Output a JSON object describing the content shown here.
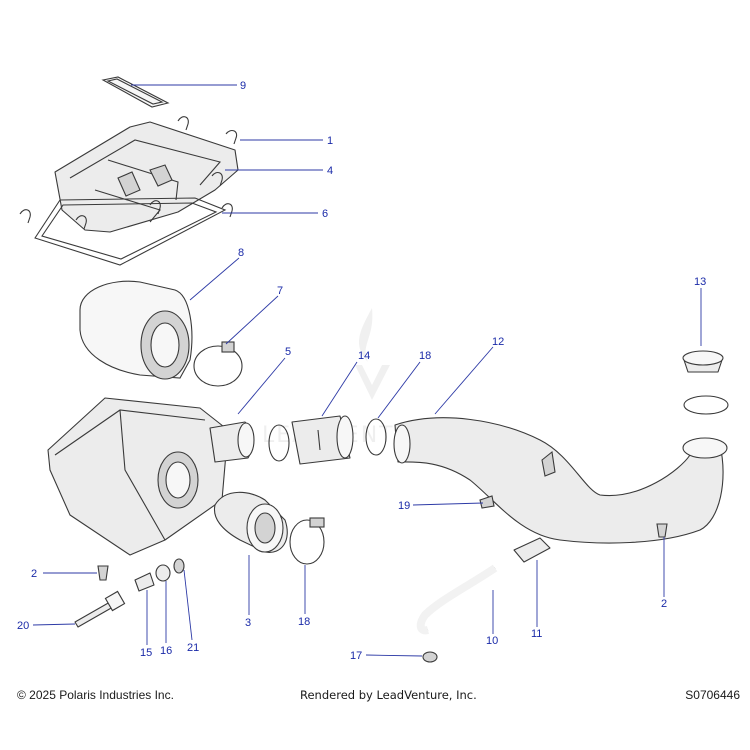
{
  "watermark": {
    "text": "LEADVENTURE",
    "color": "#000000"
  },
  "callouts": {
    "c1": "1",
    "c2a": "2",
    "c2b": "2",
    "c3": "3",
    "c4": "4",
    "c5": "5",
    "c6": "6",
    "c7": "7",
    "c8": "8",
    "c9": "9",
    "c10": "10",
    "c11": "11",
    "c12": "12",
    "c13": "13",
    "c14": "14",
    "c15": "15",
    "c16": "16",
    "c17": "17",
    "c18a": "18",
    "c18b": "18",
    "c19": "19",
    "c20": "20",
    "c21": "21"
  },
  "footer": {
    "copyright": "© 2025 Polaris Industries Inc.",
    "rendered_by": "Rendered by LeadVenture, Inc.",
    "diagram_code": "S0706446"
  },
  "colors": {
    "callout": "#1a2aa8",
    "leader": "#2d3aa6",
    "line_art": "#3a3a3a"
  }
}
